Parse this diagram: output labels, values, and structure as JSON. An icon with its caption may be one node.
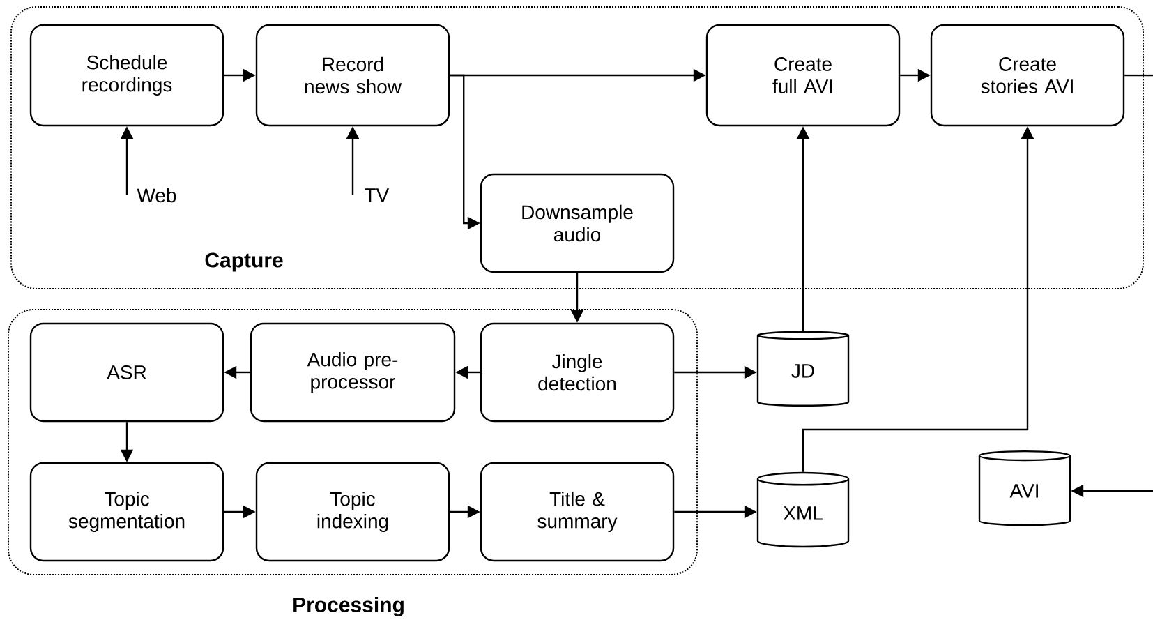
{
  "diagram": {
    "nodes": [
      {
        "text": [
          "Capture"
        ]
      },
      {
        "text": [
          "Schedule recordings"
        ],
        "in": 0
      },
      {
        "text": [
          "Record news show"
        ],
        "in": 0
      },
      {
        "text": [
          "Create full AVI"
        ],
        "in": 0
      },
      {
        "text": [
          "Create stories AVI"
        ],
        "in": 0
      },
      {
        "text": [
          "Downsample audio"
        ],
        "in": 0
      },
      {
        "text": [
          "Web"
        ],
        "in": 0
      },
      {
        "text": [
          "TV"
        ],
        "in": 0
      },
      {
        "text": [
          "Processing"
        ]
      },
      {
        "text": [
          "ASR"
        ],
        "in": 8
      },
      {
        "text": [
          "Audio pre-processor"
        ],
        "in": 8
      },
      {
        "text": [
          "Jingle detection"
        ],
        "in": 8
      },
      {
        "text": [
          "Topic segmentation"
        ],
        "in": 8
      },
      {
        "text": [
          "Topic indexing"
        ],
        "in": 8
      },
      {
        "text": [
          "Title & summary"
        ],
        "in": 8
      },
      {
        "text": [
          "JD"
        ]
      },
      {
        "text": [
          "XML"
        ]
      },
      {
        "text": [
          "AVI"
        ]
      }
    ],
    "edges": [
      {
        "from": 1,
        "to": 2,
        "arrow": "to"
      },
      {
        "from": 2,
        "to": 3,
        "arrow": "to"
      },
      {
        "from": 2,
        "to": 5,
        "arrow": "to"
      },
      {
        "from": 3,
        "to": 4,
        "arrow": "to"
      },
      {
        "from": 4,
        "to": null,
        "arrow": "none"
      },
      {
        "from": null,
        "to": 17,
        "arrow": "to"
      },
      {
        "from": 5,
        "to": 11,
        "arrow": "to"
      },
      {
        "from": 11,
        "to": 10,
        "arrow": "to"
      },
      {
        "from": 10,
        "to": 9,
        "arrow": "to"
      },
      {
        "from": 9,
        "to": 12,
        "arrow": "to"
      },
      {
        "from": 12,
        "to": 13,
        "arrow": "to"
      },
      {
        "from": 13,
        "to": 14,
        "arrow": "to"
      },
      {
        "from": 11,
        "to": 15,
        "arrow": "to"
      },
      {
        "from": 14,
        "to": 16,
        "arrow": "to"
      },
      {
        "from": 15,
        "to": 3,
        "arrow": "to"
      },
      {
        "from": 16,
        "to": 4,
        "arrow": "to"
      },
      {
        "from": 6,
        "to": 1,
        "arrow": "to"
      },
      {
        "from": 7,
        "to": 2,
        "arrow": "to"
      }
    ]
  }
}
